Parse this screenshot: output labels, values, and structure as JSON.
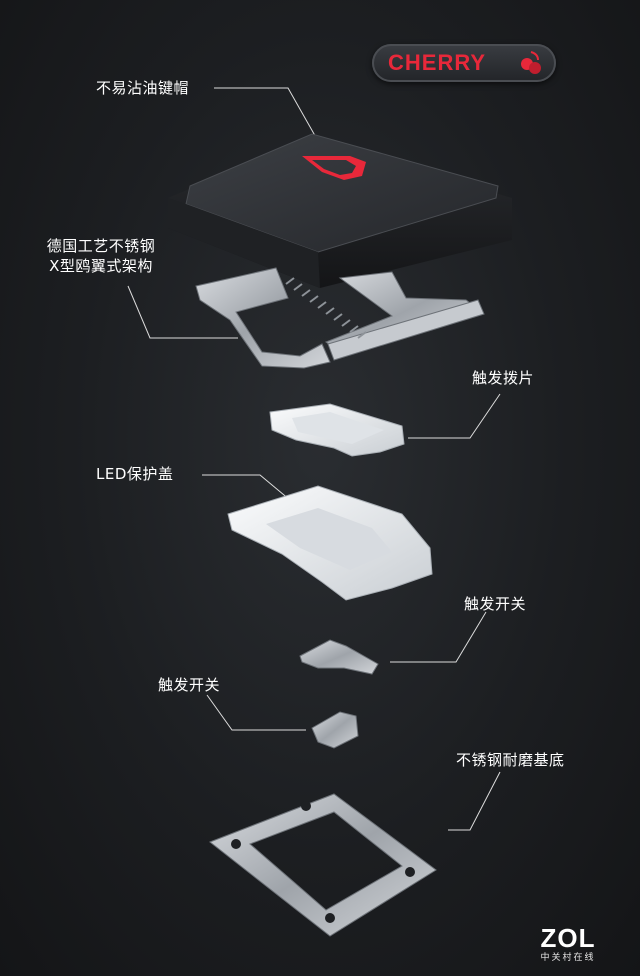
{
  "brand": {
    "logo_text": "CHERRY"
  },
  "watermark": {
    "logo": "ZOL",
    "tagline": "中关村在线"
  },
  "callouts": [
    {
      "id": "keycap",
      "text": "不易沾油键帽"
    },
    {
      "id": "scissor",
      "line1": "德国工艺不锈钢",
      "line2": "X型鸥翼式架构"
    },
    {
      "id": "trigger-blade",
      "text": "触发拨片"
    },
    {
      "id": "led-cover",
      "text": "LED保护盖"
    },
    {
      "id": "switch-1",
      "text": "触发开关"
    },
    {
      "id": "switch-2",
      "text": "触发开关"
    },
    {
      "id": "base",
      "text": "不锈钢耐磨基底"
    }
  ],
  "colors": {
    "accent": "#e8283a",
    "background": "#1e2023",
    "metal": "#b9bdc2",
    "plastic": "#e9ecef"
  }
}
